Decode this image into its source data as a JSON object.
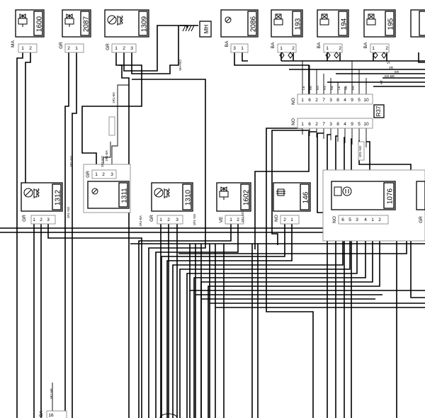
{
  "components": [
    {
      "id": "1600",
      "color": "MA",
      "pins": [
        "1",
        "2"
      ],
      "icon": "solenoid-valve-icon"
    },
    {
      "id": "2087",
      "color": "GR",
      "pins": [
        "2",
        "1"
      ],
      "icon": "solenoid-valve-icon"
    },
    {
      "id": "1309",
      "color": "GR",
      "pins": [
        "1",
        "2",
        "3"
      ],
      "icon": "pressure-sensor-icon"
    },
    {
      "id": "2086",
      "color": "BA",
      "pins": [
        "3",
        "1"
      ],
      "icon": "sensor-icon"
    },
    {
      "id": "193",
      "color": "BA",
      "pins": [
        "1",
        "2"
      ],
      "icon": "injector-icon"
    },
    {
      "id": "194",
      "color": "BA",
      "pins": [
        "1",
        "2"
      ],
      "icon": "injector-icon"
    },
    {
      "id": "195",
      "color": "BA",
      "pins": [
        "1",
        "2"
      ],
      "icon": "injector-icon"
    },
    {
      "id": "1312",
      "color": "GR",
      "pins": [
        "1",
        "2",
        "3"
      ],
      "icon": "temperature-sensor-icon"
    },
    {
      "id": "1311",
      "color": "GR",
      "pins": [
        "1",
        "2",
        "3"
      ],
      "icon": "sensor-icon"
    },
    {
      "id": "1310",
      "color": "GR",
      "pins": [
        "1",
        "2",
        "3"
      ],
      "icon": "pressure-sensor-icon"
    },
    {
      "id": "1602",
      "color": "VE",
      "pins": [
        "1",
        "2"
      ],
      "icon": "solenoid-valve-icon"
    },
    {
      "id": "146",
      "color": "NO",
      "pins": [
        "2",
        "1"
      ],
      "icon": "switch-icon"
    },
    {
      "id": "1076",
      "color": "NO",
      "pins": [
        "6",
        "5",
        "3",
        "4",
        "1",
        "2"
      ],
      "icon": "motor-icon"
    }
  ],
  "ground": {
    "label": "MH"
  },
  "connector_r37": {
    "label": "R37",
    "color": "NO",
    "top_pins": [
      "1",
      "6",
      "2",
      "7",
      "3",
      "8",
      "4",
      "9",
      "5",
      "10"
    ],
    "bottom_pins": [
      "1",
      "6",
      "2",
      "7",
      "3",
      "8",
      "4",
      "9",
      "5",
      "10"
    ]
  },
  "bottom_connector": {
    "color": "BA",
    "pins": [
      "16"
    ]
  },
  "wire_labels": {
    "w_1309_ground": "VIH-NO",
    "w_1311_a": "1R1-BA",
    "w_1311_b": "1P1-NO",
    "w_1311_c": "1R1-BA",
    "w_1312_a": "1R1-NO",
    "w_1312_b": "1R1-NO",
    "w_1310_a": "1R1-BA",
    "w_1310_b": "1R1-NO",
    "w_1602": "1R1-NO",
    "w_bottom": "1R1-NE",
    "w_r37_1": "LE",
    "w_r37_2": "KK",
    "w_r37_3": "KA",
    "w_r37_4": "KS",
    "w_r37_5": "KB",
    "w_r37_6": "LE",
    "w_r37_7": "VE",
    "w_r37_8": "KR",
    "w_r37_9": "VI",
    "w_r37_10": "VR",
    "w_r37_11": "KR",
    "w_r37_12": "KR-BR",
    "w_r37_13": "KT",
    "w_r37_low": "1R1-NO"
  }
}
